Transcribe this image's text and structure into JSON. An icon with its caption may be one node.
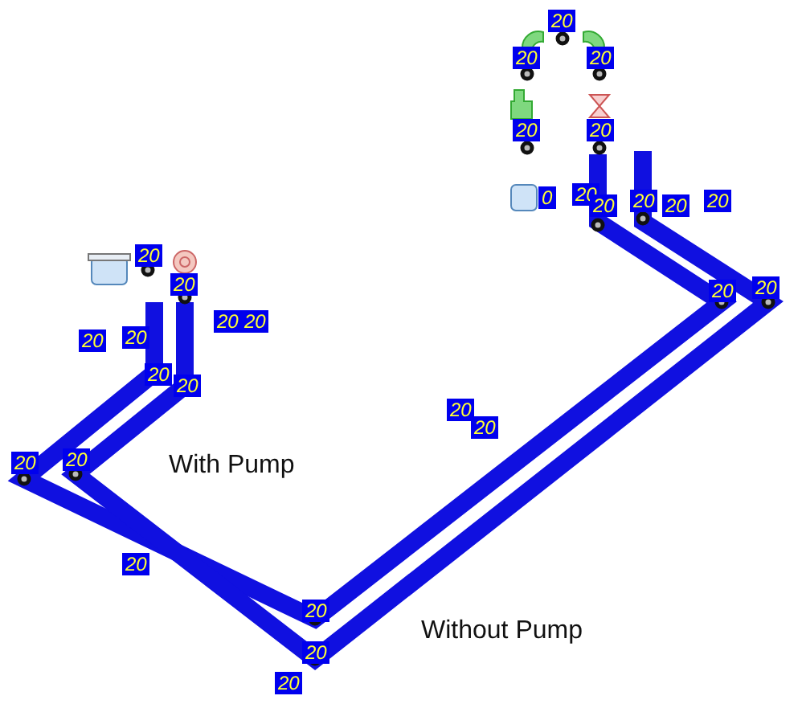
{
  "diagram": {
    "labels": [
      "20",
      "20",
      "20",
      "20",
      "20",
      "0",
      "20",
      "20",
      "20",
      "20",
      "20",
      "20",
      "20",
      "20",
      "20",
      "20",
      "20",
      "20",
      "20",
      "20",
      "20",
      "20",
      "20",
      "20",
      "20",
      "With Pump",
      "20",
      "20",
      "Without Pump",
      "20",
      "20"
    ]
  }
}
